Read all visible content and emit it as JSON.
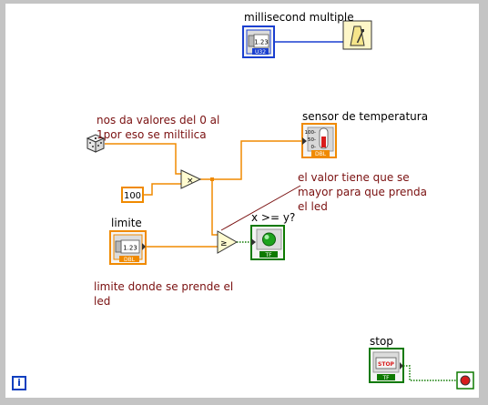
{
  "labels": {
    "millisecond_multiple": "millisecond multiple",
    "sensor": "sensor de temperatura",
    "limite": "limite",
    "compare_out": "x >= y?",
    "stop": "stop"
  },
  "comments": {
    "random": [
      "nos da valores del 0 al",
      "1por eso se miltilica"
    ],
    "compare": [
      "el valor tiene que se",
      "mayor para que prenda",
      "el led"
    ],
    "limit": [
      "limite donde se prende el",
      "led"
    ]
  },
  "constants": {
    "multiplier": "100"
  },
  "terminals": {
    "numeric_text": "1.23",
    "u32": "U32",
    "dbl": "DBL",
    "tf": "TF",
    "stop_button": "STOP",
    "thermo_hi": "100-",
    "thermo_mid": "50-",
    "thermo_lo": "0-"
  },
  "icons": {
    "corner": "i"
  },
  "colors": {
    "wire_dbl": "#f08a00",
    "wire_u32": "#1a3fd0",
    "wire_bool": "#0e7a00",
    "comment": "#7a1010"
  }
}
